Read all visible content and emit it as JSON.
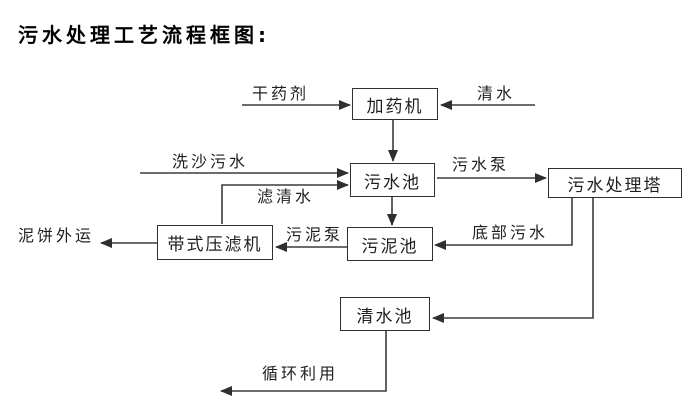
{
  "title": "污水处理工艺流程框图:",
  "diagram": {
    "nodes": [
      {
        "id": "dosing-machine",
        "label": "加药机"
      },
      {
        "id": "sewage-pool",
        "label": "污水池"
      },
      {
        "id": "sewage-treatment-tower",
        "label": "污水处理塔"
      },
      {
        "id": "sludge-pool",
        "label": "污泥池"
      },
      {
        "id": "belt-filter-press",
        "label": "带式压滤机"
      },
      {
        "id": "clear-water-pool",
        "label": "清水池"
      }
    ],
    "edge_labels": [
      {
        "id": "dry-agent",
        "label": "干药剂"
      },
      {
        "id": "clear-water",
        "label": "清水"
      },
      {
        "id": "sand-washing-sewage",
        "label": "洗沙污水"
      },
      {
        "id": "sewage-pump",
        "label": "污水泵"
      },
      {
        "id": "filtered-water",
        "label": "滤清水"
      },
      {
        "id": "sludge-pump",
        "label": "污泥泵"
      },
      {
        "id": "bottom-sewage",
        "label": "底部污水"
      },
      {
        "id": "mud-cake-out",
        "label": "泥饼外运"
      },
      {
        "id": "recycling",
        "label": "循环利用"
      }
    ],
    "flows": [
      "干药剂 → 加药机",
      "清水 → 加药机",
      "加药机 → 污水池",
      "洗沙污水 → 污水池",
      "带式压滤机 → 滤清水 → 污水池",
      "污水池 → 污水泵 → 污水处理塔",
      "污水池 → 污泥池",
      "污水处理塔 → 底部污水 → 污泥池",
      "污泥池 → 污泥泵 → 带式压滤机",
      "带式压滤机 → 泥饼外运",
      "污水处理塔 → 清水池",
      "清水池 → 循环利用"
    ],
    "colors": {
      "background": "#ffffff",
      "line": "#3c3c3c",
      "box_border": "#2f2f2f",
      "text": "#1f1f1f"
    }
  }
}
